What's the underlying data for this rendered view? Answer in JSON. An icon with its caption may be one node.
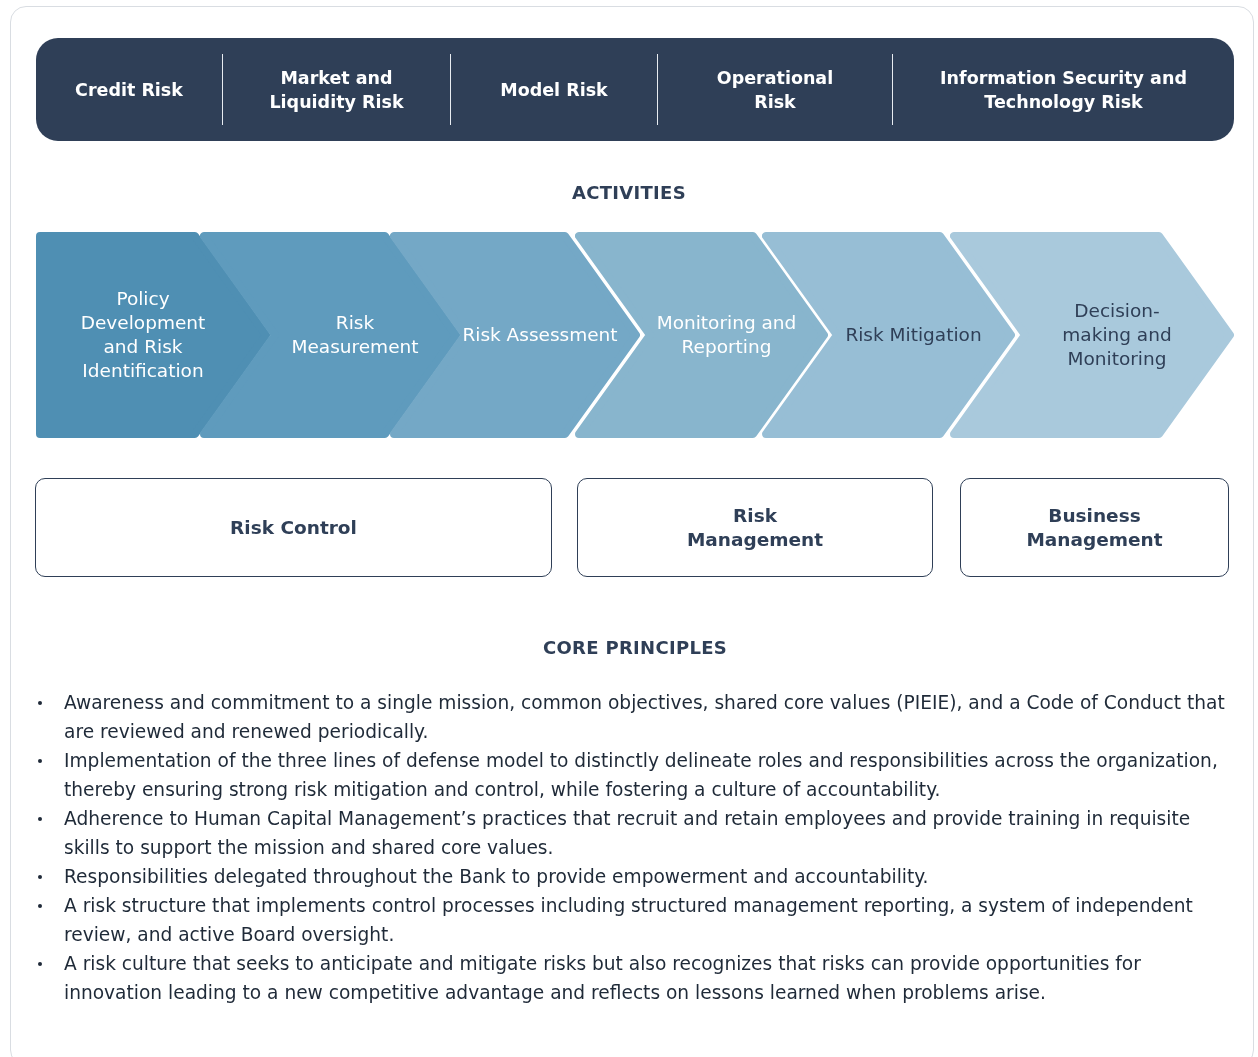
{
  "diagram": {
    "nodes": [
      {
        "text": [
          "Credit Risk"
        ]
      },
      {
        "text": [
          "Market and Liquidity Risk"
        ]
      },
      {
        "text": [
          "Model Risk"
        ]
      },
      {
        "text": [
          "Operational Risk"
        ]
      },
      {
        "text": [
          "Information Security and Technology Risk"
        ]
      },
      {
        "text": [
          "Policy Development and Risk Identification"
        ]
      },
      {
        "text": [
          "Risk Measurement"
        ]
      },
      {
        "text": [
          "Risk Assessment"
        ]
      },
      {
        "text": [
          "Monitoring and Reporting"
        ]
      },
      {
        "text": [
          "Risk Mitigation"
        ]
      },
      {
        "text": [
          "Decision-making and Monitoring"
        ]
      },
      {
        "text": [
          "Risk Control"
        ]
      },
      {
        "text": [
          "Risk Management"
        ]
      },
      {
        "text": [
          "Business Management"
        ]
      }
    ],
    "labels": [
      "ACTIVITIES",
      "CORE PRINCIPLES",
      "Awareness and commitment to a single mission, common objectives, shared core values (PIEIE), and a Code of Conduct that are reviewed and renewed periodically.",
      "Implementation of the three lines of defense model to distinctly delineate roles and responsibilities across the organization, thereby ensuring strong risk mitigation and control, while fostering a culture of accountability.",
      "Adherence to Human Capital Management’s practices that recruit and retain employees and provide training in requisite skills to support the mission and shared core values.",
      "Responsibilities delegated throughout the Bank to provide empowerment and accountability.",
      "A risk structure that implements control processes including structured management reporting, a system of independent review, and active Board oversight.",
      "A risk culture that seeks to anticipate and mitigate risks but also recognizes that risks can provide opportunities for innovation leading to a new competitive advantage and reflects on lessons learned when problems arise."
    ]
  }
}
